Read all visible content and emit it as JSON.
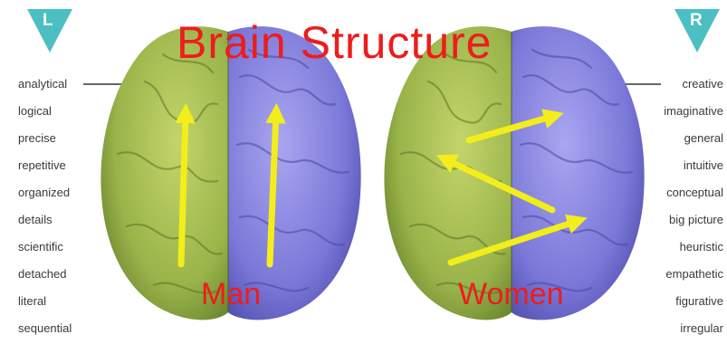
{
  "title": "Brain Structure",
  "left_badge": "L",
  "right_badge": "R",
  "left_traits": [
    "analytical",
    "logical",
    "precise",
    "repetitive",
    "organized",
    "details",
    "scientific",
    "detached",
    "literal",
    "sequential"
  ],
  "right_traits": [
    "creative",
    "imaginative",
    "general",
    "intuitive",
    "conceptual",
    "big picture",
    "heuristic",
    "empathetic",
    "figurative",
    "irregular"
  ],
  "brains": [
    {
      "caption": "Man"
    },
    {
      "caption": "Women"
    }
  ],
  "colors": {
    "title": "#ee1c1c",
    "badge": "#4bbfc4",
    "left_hemisphere": "#9db84a",
    "right_hemisphere": "#7b78d8",
    "arrow": "#f3ee1a"
  }
}
